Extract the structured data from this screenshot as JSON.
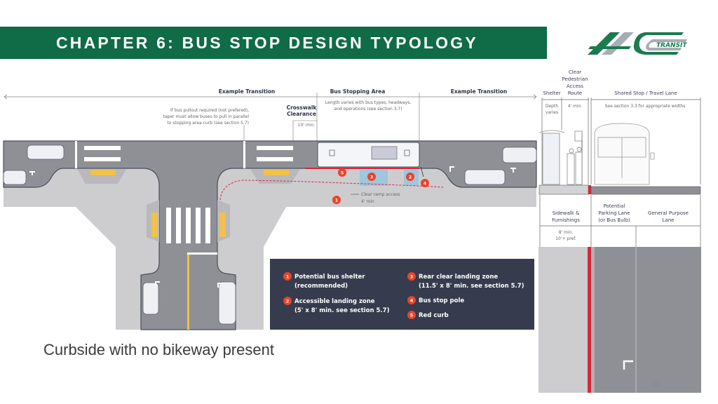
{
  "header": {
    "title": "CHAPTER 6: BUS STOP DESIGN TYPOLOGY"
  },
  "logo": {
    "text": "AC TRANSIT",
    "sub": "TRANSIT"
  },
  "plan": {
    "example_transition_left": "Example Transition",
    "bus_stopping_area": "Bus Stopping Area",
    "example_transition_right": "Example Transition",
    "pullout_note": [
      "If bus pullout required (not prefered),",
      "taper must allow buses to pull in parallel",
      "to stopping area curb (see section 5.7)"
    ],
    "crosswalk_clearance": [
      "Crosswalk",
      "Clearance"
    ],
    "crosswalk_clearance_value": "10' min.",
    "length_note": [
      "Length varies with bus types, headways,",
      "and operations (see section 3.7)"
    ],
    "clear_ramp_access": "Clear ramp access",
    "clear_ramp_value": "4' min"
  },
  "legend": {
    "items": [
      {
        "num": "1",
        "line1": "Potential bus shelter",
        "line2": "(recommended)"
      },
      {
        "num": "2",
        "line1": "Accessible landing zone",
        "line2": "(5' x 8' min. see section 5.7)"
      },
      {
        "num": "3",
        "line1": "Rear clear landing zone",
        "line2": "(11.5' x 8' min. see section 5.7)"
      },
      {
        "num": "4",
        "line1": "Bus stop pole",
        "line2": ""
      },
      {
        "num": "5",
        "line1": "Red curb",
        "line2": ""
      }
    ]
  },
  "section": {
    "shelter": "Shelter",
    "clear_route": [
      "Clear",
      "Pedestrian",
      "Access",
      "Route"
    ],
    "shared_lane": "Shared Stop / Travel Lane",
    "depth": [
      "Depth",
      "varies"
    ],
    "route_width": "4' min.",
    "shared_note": "See section 3.3 for appropriate widths",
    "sidewalk": [
      "Sidewalk &",
      "Furnishings"
    ],
    "parking": [
      "Potential",
      "Parking Lane",
      "(or Bus Bulb)"
    ],
    "general": [
      "General Purpose",
      "Lane"
    ],
    "sidewalk_width": [
      "8' min.",
      "10'+ pref."
    ]
  },
  "caption": "Curbside with no bikeway present",
  "page_number": "10",
  "colors": {
    "header": "#106b47",
    "legend_bg": "#363c4e",
    "marker": "#e8442a",
    "red_curb": "#d6283a",
    "road": "#8f9095",
    "sidewalk": "#cdcdd0"
  }
}
